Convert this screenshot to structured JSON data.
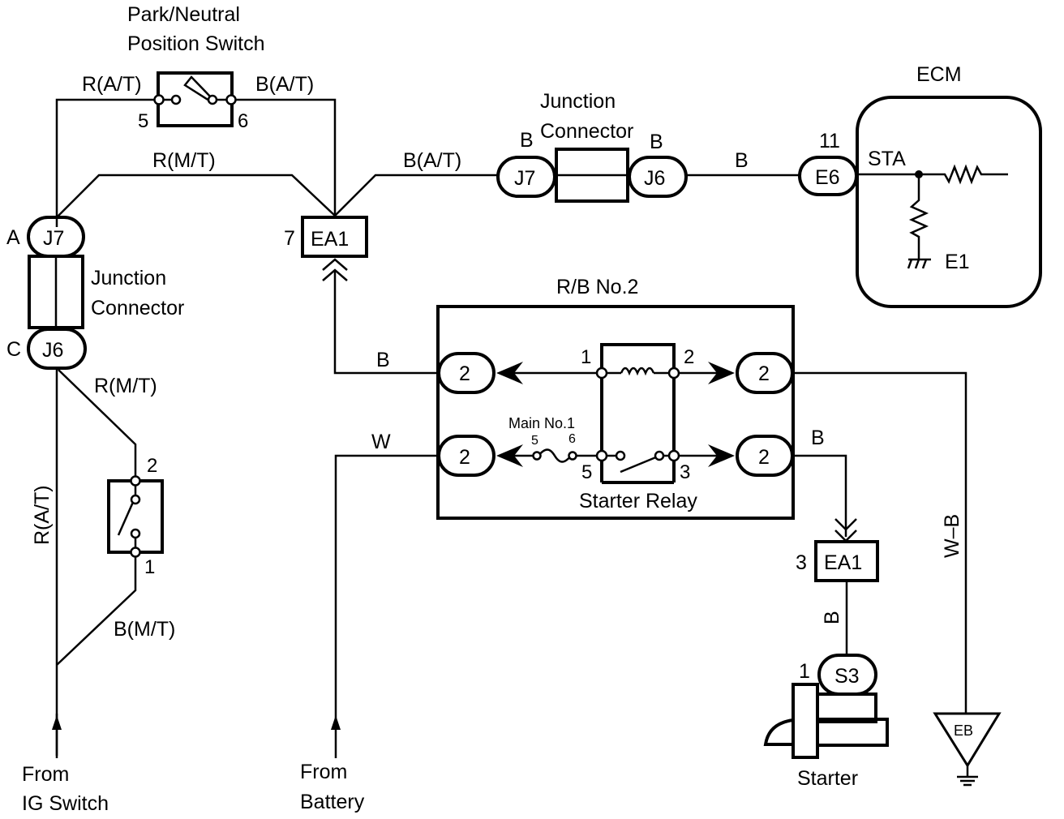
{
  "diagram": {
    "type": "wiring-diagram",
    "subject": "Starter signal circuit",
    "components": {
      "pnp_switch": {
        "title_line1": "Park/Neutral",
        "title_line2": "Position Switch",
        "pin_left": "5",
        "pin_right": "6"
      },
      "junction_connector_left": {
        "label_line1": "Junction",
        "label_line2": "Connector",
        "top_connector": "J7",
        "top_pin": "A",
        "bottom_connector": "J6",
        "bottom_pin": "C"
      },
      "junction_connector_top": {
        "label_line1": "Junction",
        "label_line2": "Connector",
        "left_connector": "J7",
        "left_pin": "B",
        "right_connector": "J6",
        "right_pin": "B"
      },
      "ea1_upper": {
        "connector": "EA1",
        "pin": "7"
      },
      "ea1_lower": {
        "connector": "EA1",
        "pin": "3"
      },
      "ecm": {
        "title": "ECM",
        "connector": "E6",
        "pin": "11",
        "signal": "STA",
        "ground": "E1"
      },
      "relay_block": {
        "title": "R/B No.2",
        "connectors": [
          "2",
          "2",
          "2",
          "2"
        ]
      },
      "starter_relay": {
        "title": "Starter Relay",
        "pins": {
          "coil_in": "1",
          "coil_out": "2",
          "switch_in": "5",
          "switch_out": "3"
        }
      },
      "fuse": {
        "title": "Main No.1",
        "pin_in": "5",
        "pin_out": "6"
      },
      "clutch_switch": {
        "pin_top": "2",
        "pin_bottom": "1"
      },
      "starter": {
        "title": "Starter",
        "connector": "S3",
        "pin": "1"
      },
      "ground": {
        "label": "EB"
      }
    },
    "wires": {
      "r_at_top": "R(A/T)",
      "b_at_top": "B(A/T)",
      "r_mt_top": "R(M/T)",
      "b_at_mid": "B(A/T)",
      "b_junction_ecm": "B",
      "r_mt_lower": "R(M/T)",
      "r_at_vertical": "R(A/T)",
      "b_mt": "B(M/T)",
      "b_relay_in": "B",
      "w_battery": "W",
      "b_starter": "B",
      "b_starter_vert": "B",
      "wb_ground": "W–B"
    },
    "sources": {
      "ig_line1": "From",
      "ig_line2": "IG Switch",
      "bat_line1": "From",
      "bat_line2": "Battery"
    }
  }
}
